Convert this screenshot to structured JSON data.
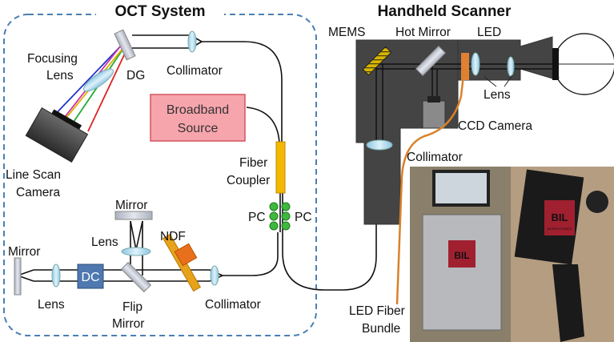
{
  "oct_system": {
    "title": "OCT System",
    "labels": {
      "focusing_lens_1": "Focusing",
      "focusing_lens_2": "Lens",
      "dg": "DG",
      "collimator_top": "Collimator",
      "broadband_1": "Broadband",
      "broadband_2": "Source",
      "line_scan_1": "Line Scan",
      "line_scan_2": "Camera",
      "fiber_coupler_1": "Fiber",
      "fiber_coupler_2": "Coupler",
      "pc_left": "PC",
      "pc_right": "PC",
      "mirror_top": "Mirror",
      "lens_mid": "Lens",
      "ndf": "NDF",
      "mirror_left": "Mirror",
      "lens_left": "Lens",
      "dc": "DC",
      "flip_mirror_1": "Flip",
      "flip_mirror_2": "Mirror",
      "collimator_bottom": "Collimator"
    }
  },
  "handheld_scanner": {
    "title": "Handheld Scanner",
    "labels": {
      "mems": "MEMS",
      "hot_mirror": "Hot Mirror",
      "led": "LED",
      "lens": "Lens",
      "ccd_camera": "CCD Camera",
      "collimator": "Collimator",
      "led_fiber_1": "LED Fiber",
      "led_fiber_2": "Bundle"
    }
  },
  "photos": {
    "logo_text": "BIL",
    "logo_sub": "BIOPHOTONICS"
  },
  "colors": {
    "frame_dashed": "#4a7fb5",
    "source_fill": "#f7a5ad",
    "source_border": "#d3545f",
    "coupler": "#f5b800",
    "pc": "#3fb83f",
    "lens": "#b6dcef",
    "mirror": "#c9cdd8",
    "dc": "#4f78b0",
    "ndf": "#e7a21b",
    "scanner_body": "#444444",
    "led_fiber": "#d9822b"
  }
}
